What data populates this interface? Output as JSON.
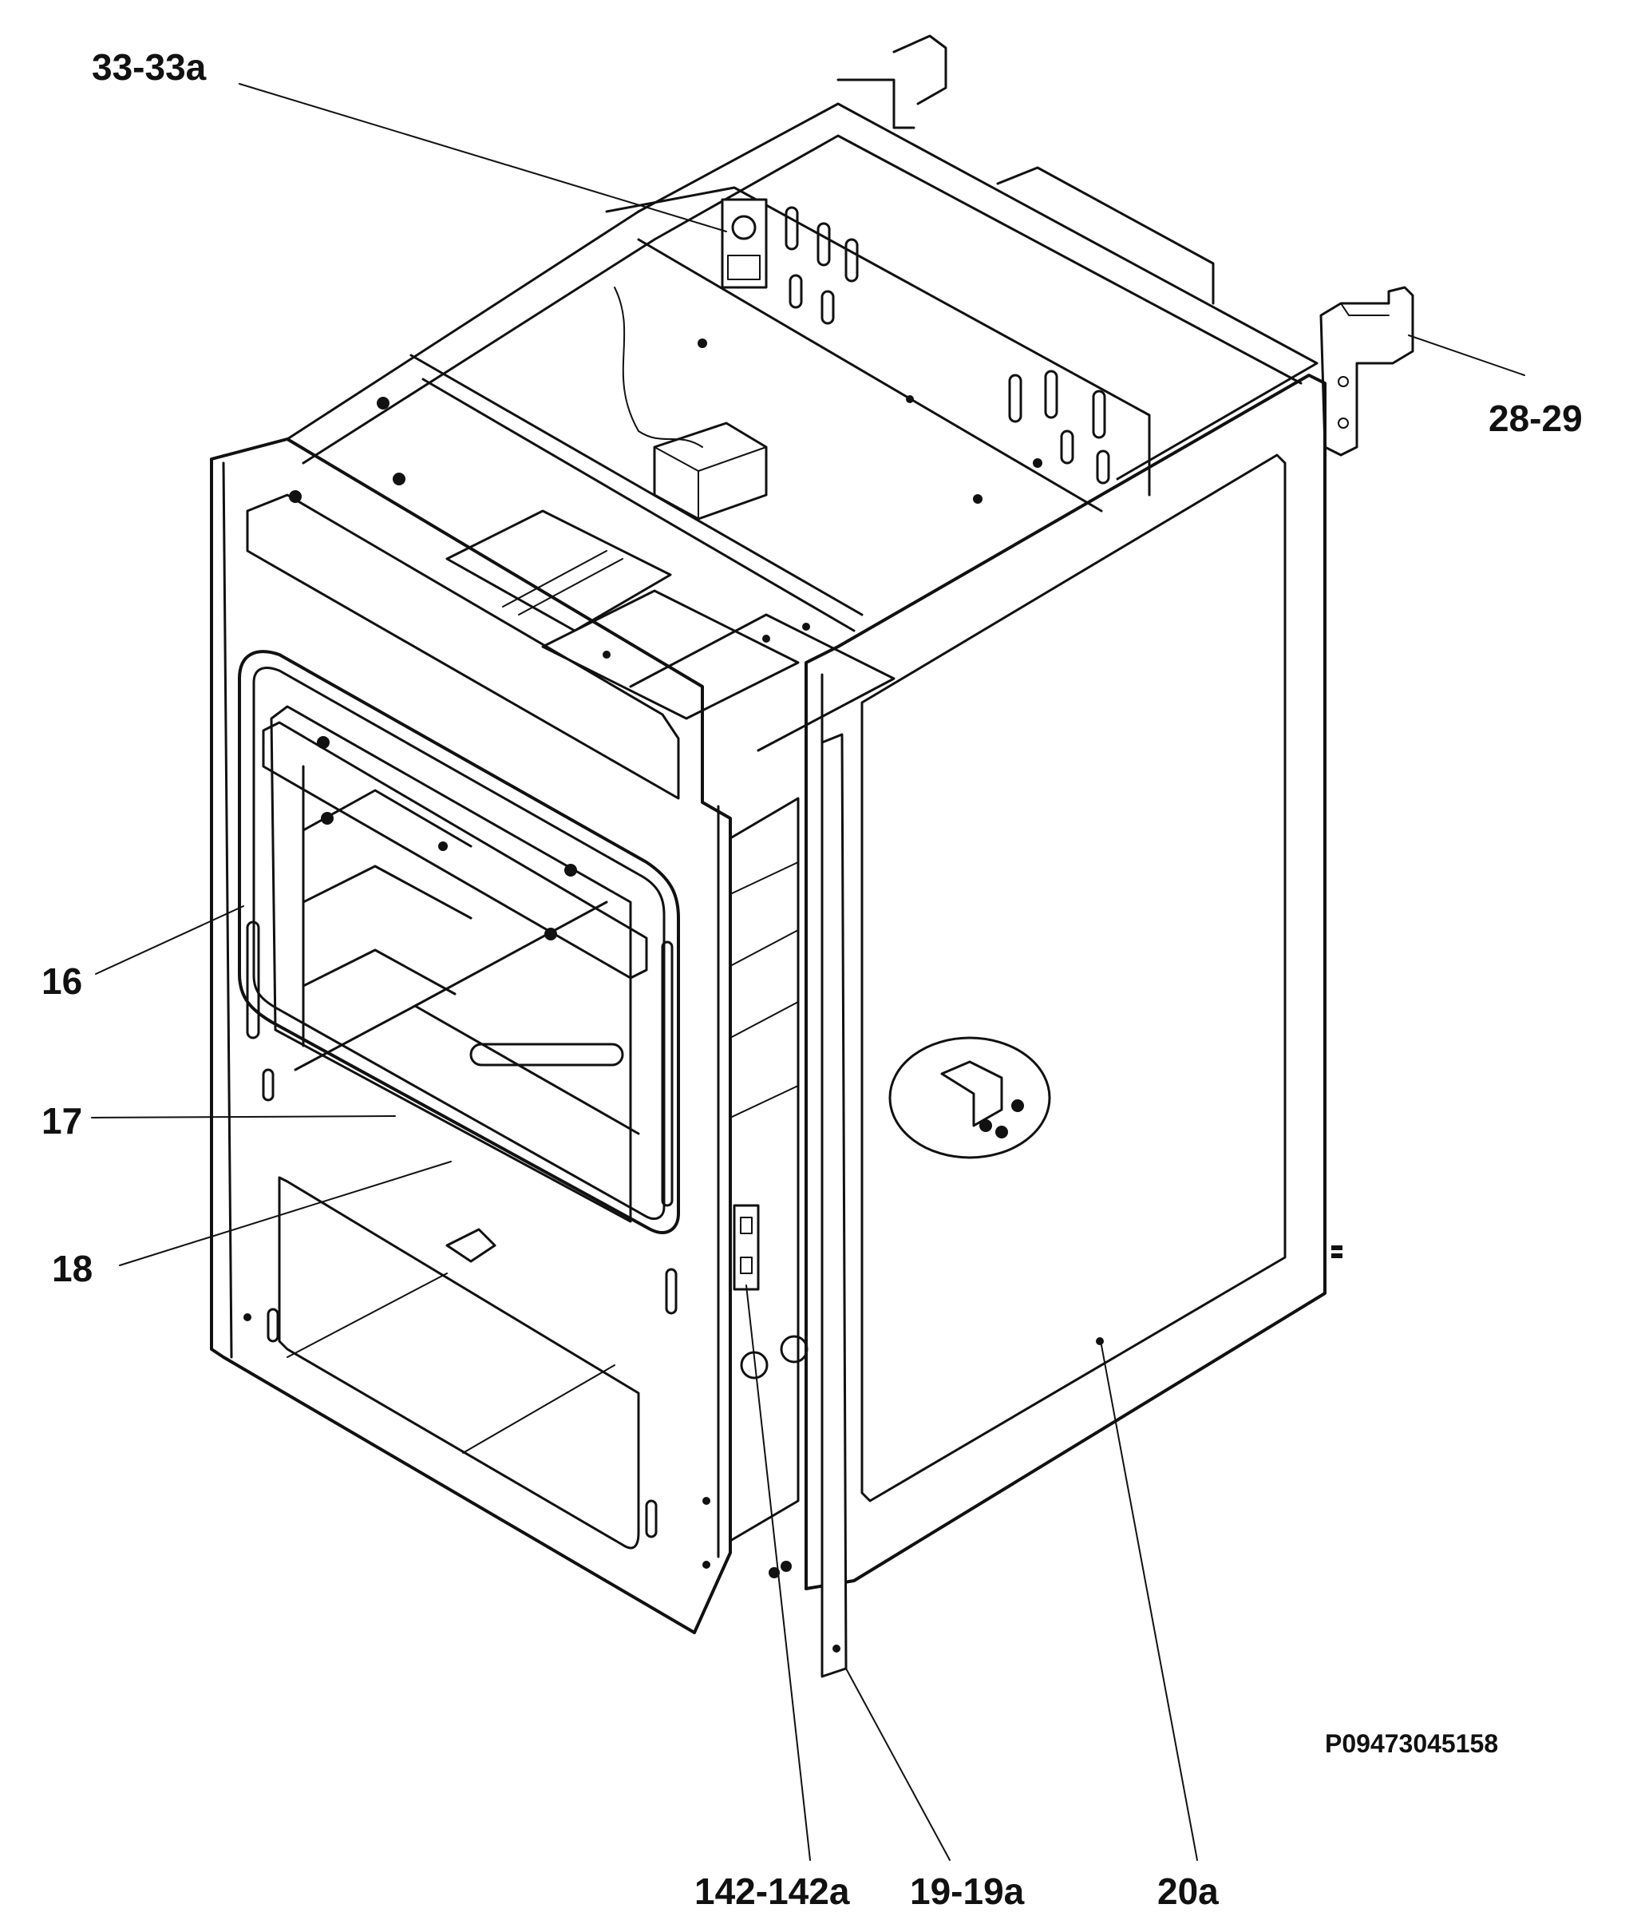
{
  "callouts": {
    "c33": "33-33a",
    "c2829": "28-29",
    "c16": "16",
    "c17": "17",
    "c18": "18",
    "c142": "142-142a",
    "c19": "19-19a",
    "c20": "20a"
  },
  "drawing_code": "P09473045158",
  "colors": {
    "ink": "#111111",
    "paper": "#ffffff"
  }
}
